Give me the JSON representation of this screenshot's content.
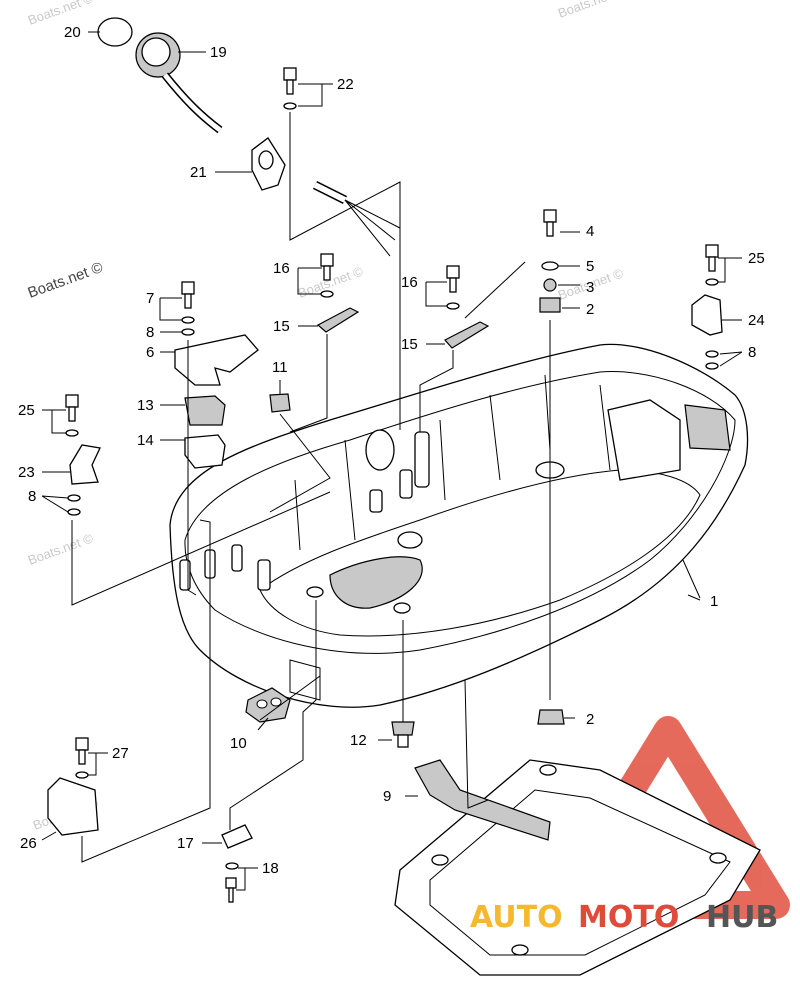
{
  "watermarks": {
    "main": "Boats.net ©",
    "faint": "Boats.net ©"
  },
  "brand": {
    "parts": [
      "AUTO",
      "MOTO",
      "HUB"
    ],
    "colors": {
      "auto": "#f5b82e",
      "moto": "#e04a3a",
      "hub": "#555555",
      "triangle": "#e0503f"
    }
  },
  "callouts": {
    "c1": "1",
    "c2a": "2",
    "c2b": "2",
    "c3": "3",
    "c4": "4",
    "c5": "5",
    "c6": "6",
    "c7": "7",
    "c8a": "8",
    "c8b": "8",
    "c8c": "8",
    "c9": "9",
    "c10": "10",
    "c11": "11",
    "c12": "12",
    "c13": "13",
    "c14": "14",
    "c15a": "15",
    "c15b": "15",
    "c16a": "16",
    "c16b": "16",
    "c17": "17",
    "c18": "18",
    "c19": "19",
    "c20": "20",
    "c21": "21",
    "c22": "22",
    "c23": "23",
    "c24": "24",
    "c25a": "25",
    "c25b": "25",
    "c26": "26",
    "c27": "27"
  }
}
